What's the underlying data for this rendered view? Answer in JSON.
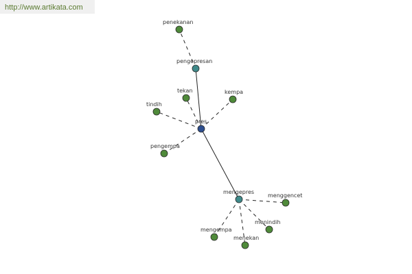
{
  "source_url": "http://www.artikata.com",
  "colors": {
    "root": "#2e4f8f",
    "hub": "#3f8a8a",
    "leaf": "#4f8a3a"
  },
  "nodes": [
    {
      "id": "pres",
      "label": "pres",
      "kind": "root"
    },
    {
      "id": "pengepresan",
      "label": "pengepresan",
      "kind": "hub"
    },
    {
      "id": "mengepres",
      "label": "mengepres",
      "kind": "hub"
    },
    {
      "id": "penekanan",
      "label": "penekanan",
      "kind": "leaf"
    },
    {
      "id": "tekan",
      "label": "tekan",
      "kind": "leaf"
    },
    {
      "id": "kempa",
      "label": "kempa",
      "kind": "leaf"
    },
    {
      "id": "tindih",
      "label": "tindih",
      "kind": "leaf"
    },
    {
      "id": "pengempa",
      "label": "pengempa",
      "kind": "leaf"
    },
    {
      "id": "menggencet",
      "label": "menggencet",
      "kind": "leaf"
    },
    {
      "id": "menindih",
      "label": "menindih",
      "kind": "leaf"
    },
    {
      "id": "mengempa",
      "label": "mengempa",
      "kind": "leaf"
    },
    {
      "id": "menekan",
      "label": "menekan",
      "kind": "leaf"
    }
  ],
  "edges": [
    {
      "from": "pres",
      "to": "pengepresan",
      "style": "solid"
    },
    {
      "from": "pres",
      "to": "mengepres",
      "style": "solid"
    },
    {
      "from": "pengepresan",
      "to": "penekanan",
      "style": "dashed"
    },
    {
      "from": "pres",
      "to": "tekan",
      "style": "dashed"
    },
    {
      "from": "pres",
      "to": "kempa",
      "style": "dashed"
    },
    {
      "from": "pres",
      "to": "tindih",
      "style": "dashed"
    },
    {
      "from": "pres",
      "to": "pengempa",
      "style": "dashed"
    },
    {
      "from": "mengepres",
      "to": "menggencet",
      "style": "dashed"
    },
    {
      "from": "mengepres",
      "to": "menindih",
      "style": "dashed"
    },
    {
      "from": "mengepres",
      "to": "mengempa",
      "style": "dashed"
    },
    {
      "from": "mengepres",
      "to": "menekan",
      "style": "dashed"
    }
  ]
}
